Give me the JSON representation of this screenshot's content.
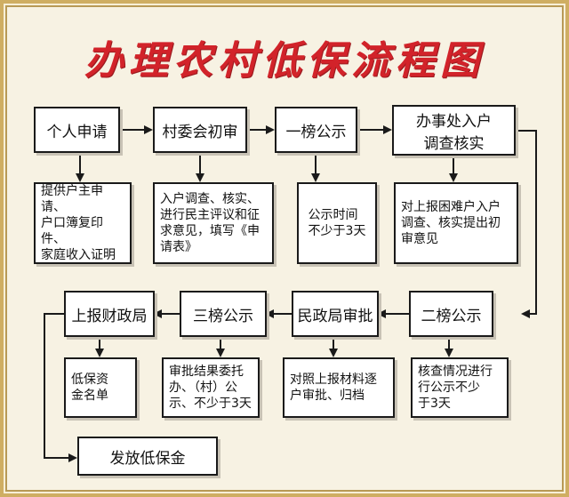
{
  "title": "办理农村低保流程图",
  "colors": {
    "title": "#d2232a",
    "border": "#cfae62",
    "line": "#1a1a1a"
  },
  "steps": {
    "apply": "个人申请",
    "village_review": "村委会初审",
    "first_notice": "一榜公示",
    "office_survey": "办事处入户\n调查核实",
    "second_notice": "二榜公示",
    "civil_affairs": "民政局审批",
    "third_notice": "三榜公示",
    "finance": "上报财政局",
    "payout": "发放低保金"
  },
  "notes": {
    "apply": "提供户主申请、\n户口簿复印件、\n家庭收入证明",
    "village_review": "入户调查、核实、\n进行民主评议和征\n求意见，填写《申\n请表》",
    "first_notice": "公示时间\n不少于3天",
    "office_survey": "对上报困难户入户\n调查、核实提出初\n审意见",
    "second_notice": "核查情况进行\n行公示不少\n于3天",
    "civil_affairs": "对照上报材料逐\n户审批、归档",
    "third_notice": "审批结果委托\n办、（村）公\n示、不少于3天",
    "finance": "低保资\n金名单"
  }
}
